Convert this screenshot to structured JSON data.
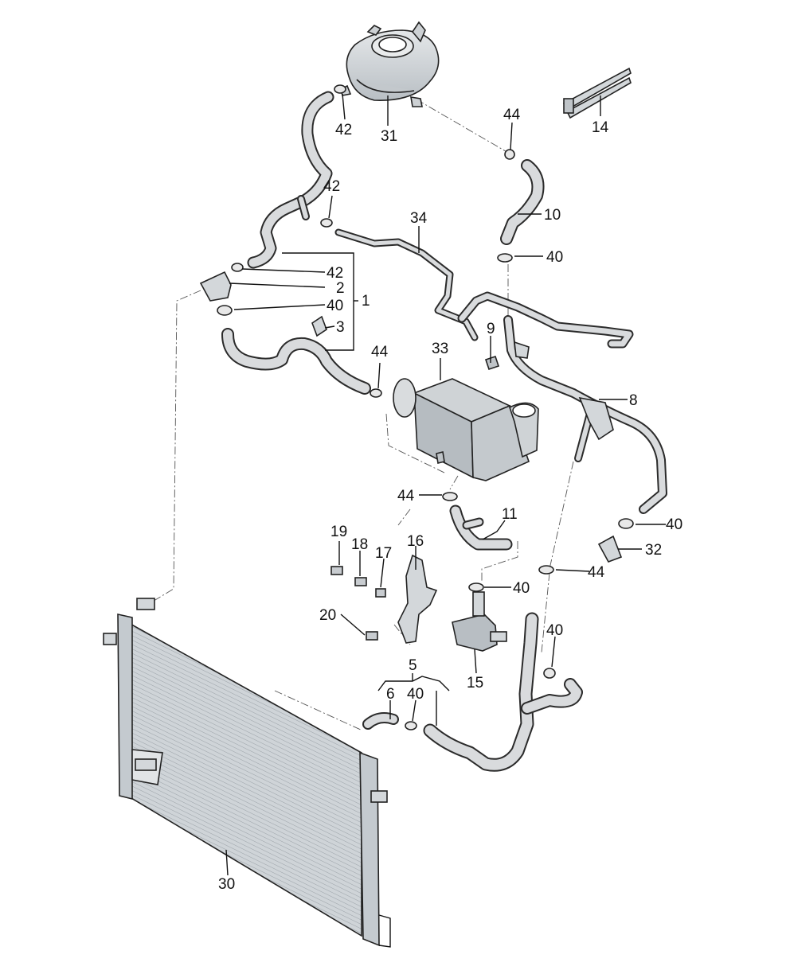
{
  "colors": {
    "background": "#ffffff",
    "line": "#111111",
    "part_fill": "#d3d7da",
    "part_shade": "#aeb4b9"
  },
  "labels": {
    "l1": "1",
    "l2": "2",
    "l3": "3",
    "l5": "5",
    "l6": "6",
    "l8": "8",
    "l9": "9",
    "l10": "10",
    "l11": "11",
    "l14": "14",
    "l15": "15",
    "l16": "16",
    "l17": "17",
    "l18": "18",
    "l19": "19",
    "l20": "20",
    "l30": "30",
    "l31": "31",
    "l32": "32",
    "l33": "33",
    "l34": "34",
    "l40_a": "40",
    "l40_b": "40",
    "l40_c": "40",
    "l40_d": "40",
    "l40_e": "40",
    "l40_f": "40",
    "l42_a": "42",
    "l42_b": "42",
    "l42_c": "42",
    "l44_a": "44",
    "l44_b": "44",
    "l44_c": "44",
    "l44_d": "44"
  }
}
